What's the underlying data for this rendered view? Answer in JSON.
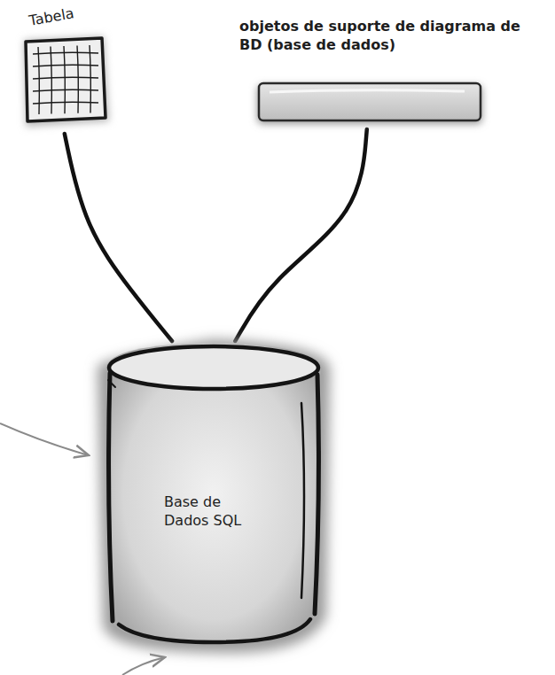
{
  "diagram": {
    "nodes": [
      {
        "text": [
          "Tabela"
        ]
      },
      {
        "text": [
          "objetos de suporte de diagrama de BD (base de dados)"
        ]
      },
      {
        "text": [
          "Base de Dados SQL"
        ]
      }
    ],
    "edges": [
      {
        "from": 0,
        "to": 2,
        "arrow": "none"
      },
      {
        "from": 1,
        "to": 2,
        "arrow": "none"
      }
    ]
  }
}
